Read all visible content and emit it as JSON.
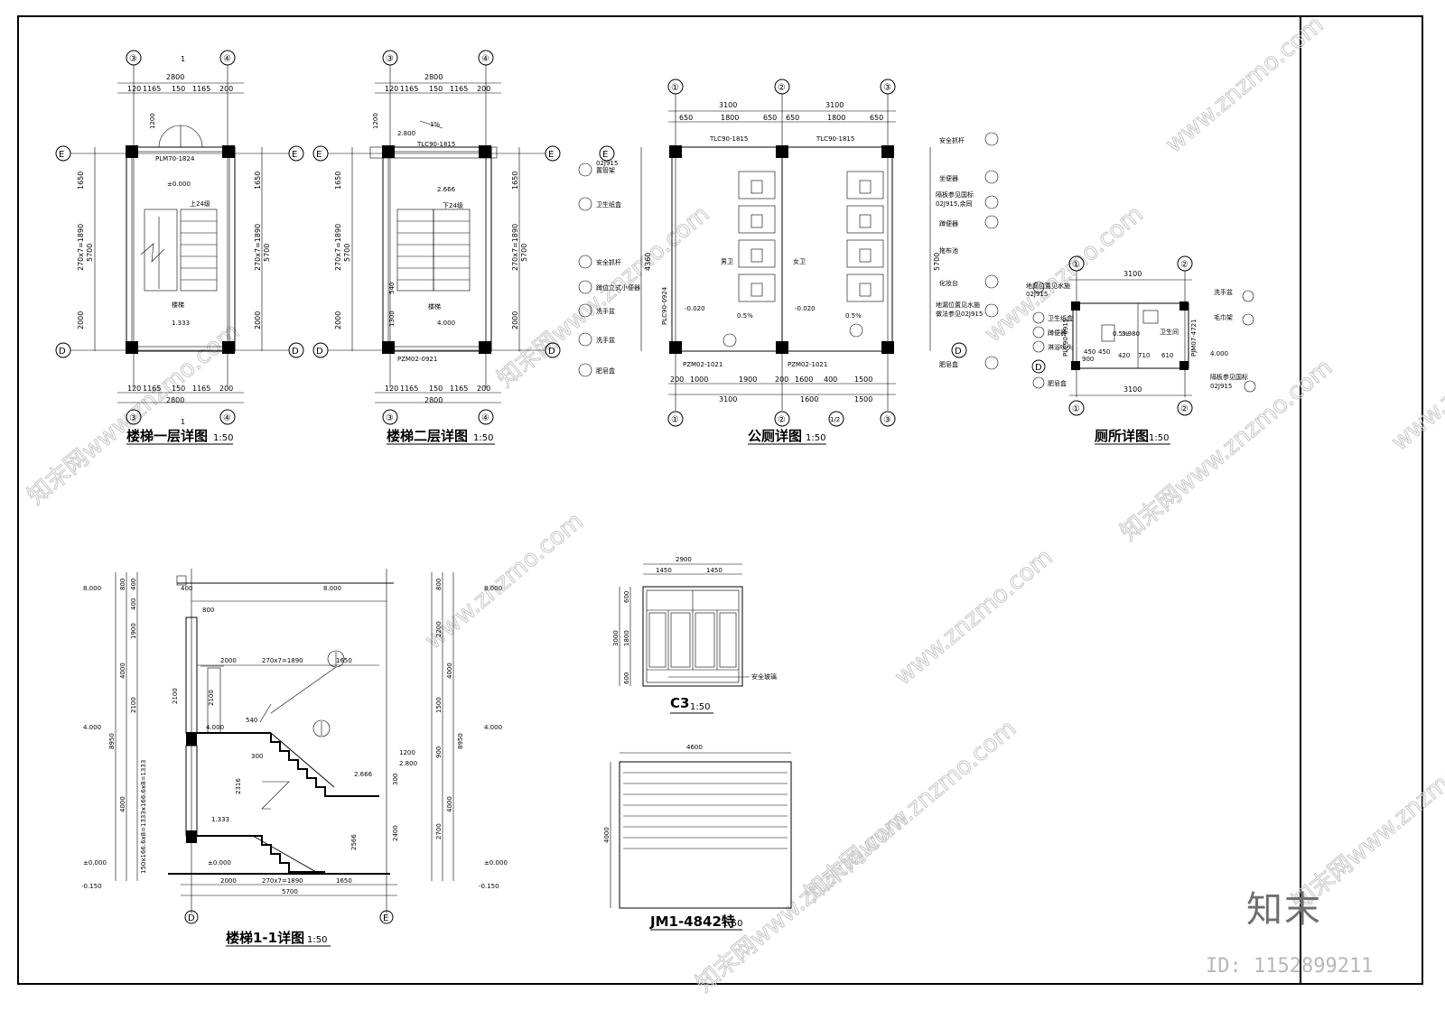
{
  "drawings": {
    "stair_plan_1": {
      "title": "楼梯一层详图",
      "scale": "1:50"
    },
    "stair_plan_2": {
      "title": "楼梯二层详图",
      "scale": "1:50"
    },
    "public_toilet": {
      "title": "公厕详图",
      "scale": "1:50"
    },
    "toilet": {
      "title": "厕所详图",
      "scale": "1:50"
    },
    "stair_section": {
      "title": "楼梯1-1详图",
      "scale": "1:50"
    },
    "window_c3": {
      "title": "C3",
      "scale": "1:50"
    },
    "door_jm1": {
      "title": "JM1-4842特",
      "scale": "1:50"
    }
  },
  "stair1": {
    "top_total": "2800",
    "dims": [
      "120",
      "1165",
      "150",
      "1165",
      "200"
    ],
    "door": "PLM70-1824",
    "level": "±0.000",
    "up": "上24级",
    "room": "楼梯",
    "landing": "1.333",
    "side": [
      "1650",
      "270x7=1890",
      "2000"
    ],
    "total": "5700",
    "section_mark": "1",
    "door_dim": "1200"
  },
  "stair2": {
    "window": "TLC90-1815",
    "level": "2.666",
    "down": "下24级",
    "room": "楼梯",
    "landing": "4.000",
    "door": "PZM02-0921",
    "slope": "1%",
    "upper_level": "2.800",
    "dim_540": "540",
    "dim_1300": "1300"
  },
  "public_toilet": {
    "window_l": "TLC90-1815",
    "window_r": "TLC90-1815",
    "door_l": "PZM02-1021",
    "door_r": "PZM02-1021",
    "men": "男卫",
    "women": "女卫",
    "top_dims": [
      "3100",
      "3100"
    ],
    "sub_dims": [
      "650",
      "1800",
      "650",
      "650",
      "1800",
      "650"
    ],
    "bottom_dims": [
      "200",
      "1000",
      "1900",
      "200",
      "1600",
      "400",
      "1500"
    ],
    "bottom_totals": [
      "3100",
      "1600",
      "1500"
    ],
    "left_labels": [
      "置管架",
      "卫生纸盒",
      "安全抓杆",
      "蹲位立式小便器",
      "洗手盆",
      "洗手盆",
      "肥皂盒"
    ],
    "right_labels": [
      "安全抓杆",
      "坐便器",
      "隔板参见国标",
      "02J915,余同",
      "蹲便器",
      "拖布池",
      "化妆台",
      "地漏位置见水施",
      "做法参见02J915",
      "肥皂盒"
    ],
    "ref": "02J915",
    "level": "-0.020",
    "slope": "0.5%",
    "window_side": "PLC90-0924",
    "left_total": "4360",
    "right_total": "5700"
  },
  "toilet": {
    "top": "3100",
    "bottom": "3100",
    "room": "卫生间",
    "level": "3.980",
    "slope": "0.5%",
    "window_side": "PLC90-0915",
    "door": "PJM07-4721",
    "ref": "02J915",
    "left_labels": [
      "地漏位置见水施",
      "卫生纸盒",
      "蹲便器",
      "淋浴喷头",
      "肥皂盒"
    ],
    "right_labels": [
      "洗手盆",
      "毛巾架",
      "隔板参见国标",
      "02J915"
    ],
    "level2": "4.000",
    "dims": [
      "450",
      "450",
      "420",
      "710",
      "610",
      "900"
    ]
  },
  "section": {
    "levels": [
      "8.000",
      "4.000",
      "±0.000",
      "-0.150",
      "2.666",
      "1.333",
      "2.800",
      "4.000",
      "8.000"
    ],
    "left_dims": [
      "800",
      "400",
      "400",
      "1900",
      "4000",
      "2100",
      "8950",
      "4000"
    ],
    "right_dims": [
      "800",
      "2200",
      "4000",
      "1500",
      "900",
      "8950",
      "4000",
      "2700"
    ],
    "bottom": [
      "2000",
      "270x7=1890",
      "1650"
    ],
    "bottom_total": "5700",
    "top_run": [
      "2000",
      "270x7=1890",
      "1650"
    ],
    "vertical_text": "150x166.6x8=1333x166.6x8=1333",
    "mid": [
      "540",
      "300",
      "2316",
      "2566",
      "2400",
      "1200",
      "300",
      "2100",
      "800"
    ]
  },
  "c3": {
    "width": "2900",
    "halves": [
      "1450",
      "1450"
    ],
    "height": "3000",
    "rows": [
      "600",
      "1800",
      "600"
    ],
    "note": "安全玻璃"
  },
  "jm1": {
    "width": "4600",
    "height": "4000"
  },
  "axes": [
    "③",
    "④",
    "①",
    "②",
    "1/2",
    "E",
    "D"
  ],
  "brand": "知末",
  "id": "ID: 1152899211",
  "watermark": "www.znzmo.com",
  "watermark2": "知末网"
}
